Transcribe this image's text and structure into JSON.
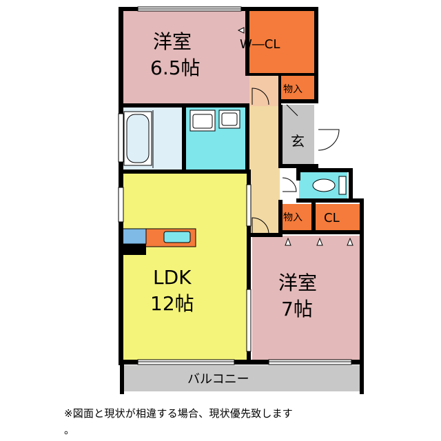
{
  "rooms": {
    "western_room_1": {
      "name": "洋室",
      "size": "6.5帖"
    },
    "walk_in_closet": {
      "name": "W―CL"
    },
    "storage_1": {
      "name": "物入"
    },
    "entrance": {
      "name": "玄"
    },
    "ldk": {
      "name": "LDK",
      "size": "12帖"
    },
    "storage_2": {
      "name": "物入"
    },
    "closet": {
      "name": "CL"
    },
    "western_room_2": {
      "name": "洋室",
      "size": "7帖"
    },
    "balcony": {
      "name": "バルコニー"
    }
  },
  "colors": {
    "western_room": "#e3b9b9",
    "closet": "#f47b3b",
    "ldk": "#f4f47a",
    "wet_area": "#7fe6ec",
    "bath": "#dfeff8",
    "hall": "#f2d9a4",
    "entrance": "#c6c6c6",
    "balcony": "#c8c8c8",
    "wall": "#000000"
  },
  "note": {
    "line1": "※図面と現状が相違する場合、現状優先致します",
    "line2": "。"
  }
}
